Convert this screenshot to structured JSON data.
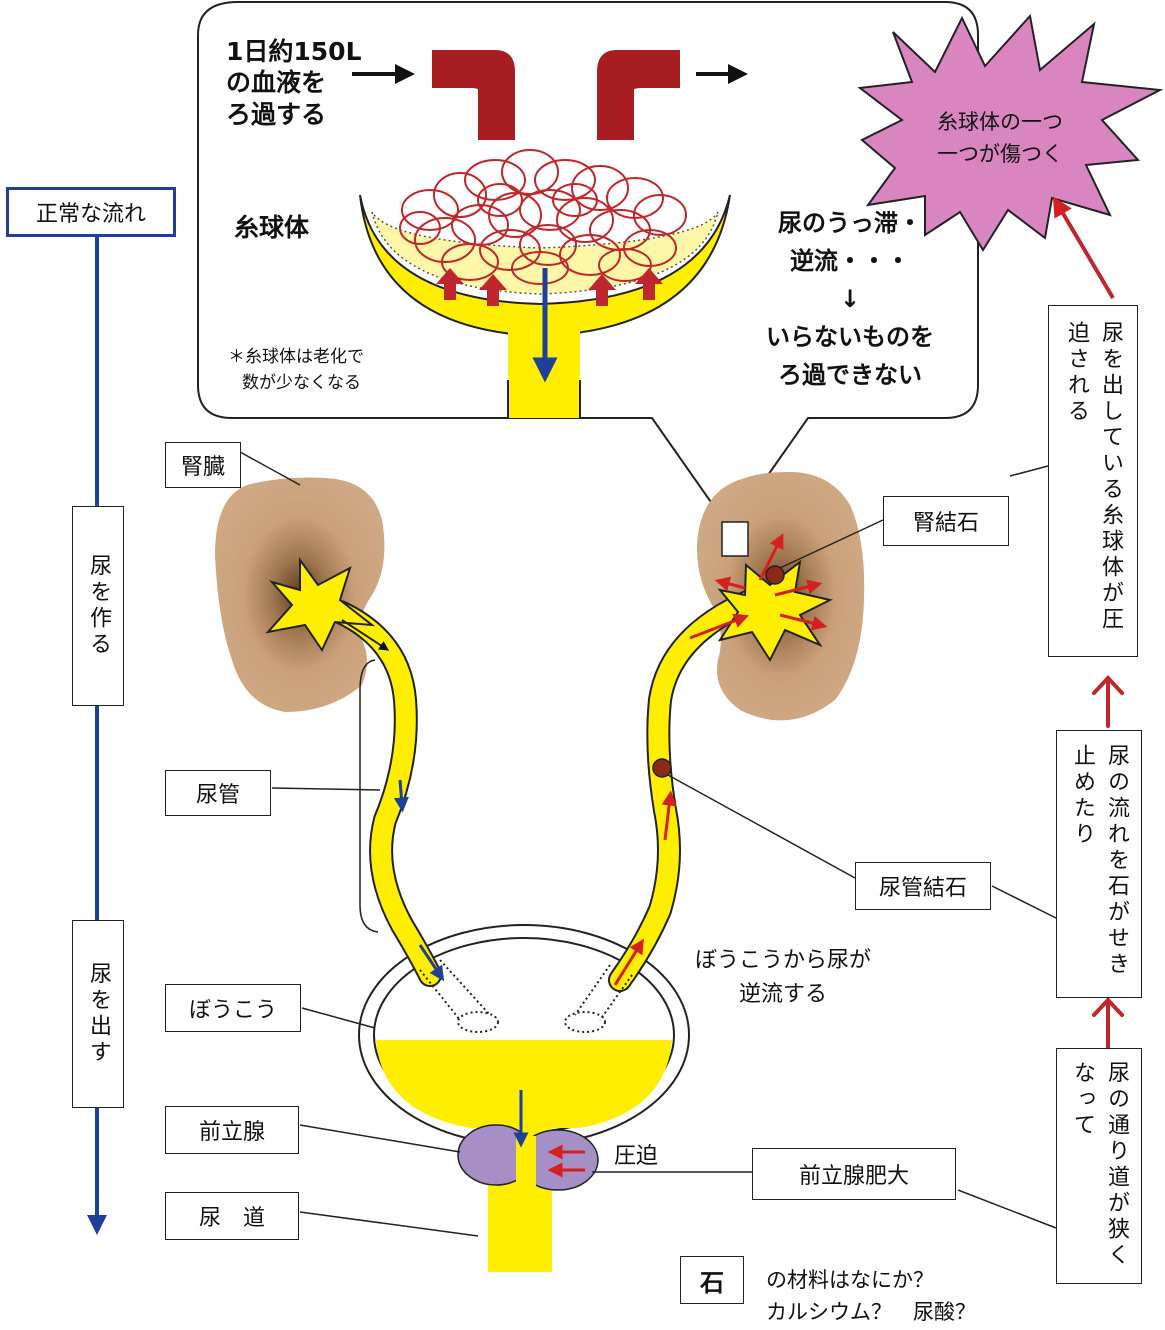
{
  "inset": {
    "blood_text": [
      "1日約150L",
      "の血液を",
      "ろ過する"
    ],
    "glomerulus_label": "糸球体",
    "aging_note": [
      "＊糸球体は老化で",
      "数が少なくなる"
    ],
    "stagnation_text": [
      "尿のうっ滞・",
      "逆流・・・",
      "↓",
      "いらないものを",
      "ろ過できない"
    ]
  },
  "burst_text": [
    "糸球体の一つ",
    "一つが傷つく"
  ],
  "normal_flow": {
    "title": "正常な流れ",
    "make_urine": "尿を作る",
    "excrete_urine": "尿を出す"
  },
  "labels": {
    "kidney": "腎臓",
    "ureter": "尿管",
    "bladder": "ぼうこう",
    "prostate": "前立腺",
    "urethra": "尿　道",
    "kidney_stone": "腎結石",
    "ureter_stone": "尿管結石",
    "bph": "前立腺肥大",
    "compression": "圧迫",
    "reflux": [
      "ぼうこうから尿が",
      "逆流する"
    ]
  },
  "right_chain": {
    "narrowing": "尿の通り道が狭くなって",
    "stone_block": "尿の流れを石がせき止めたり",
    "glomerulus_pressed": "尿を出している糸球体が圧迫される"
  },
  "stone_question": {
    "label": "石",
    "line1": "の材料はなにか？",
    "line2": "カルシウム？　尿酸？"
  },
  "colors": {
    "urine_yellow": "#ffee00",
    "kidney_brown": "#c9a07a",
    "vessel_red": "#a71d21",
    "arrow_red": "#d42020",
    "arrow_blue": "#1f3f99",
    "burst_pink": "#d885c0",
    "prostate_purple": "#a58fc4",
    "stone_brown": "#8b2b17"
  },
  "icons": [
    "arrow-right-icon",
    "arrow-down-icon",
    "arrow-up-icon",
    "starburst-icon"
  ]
}
